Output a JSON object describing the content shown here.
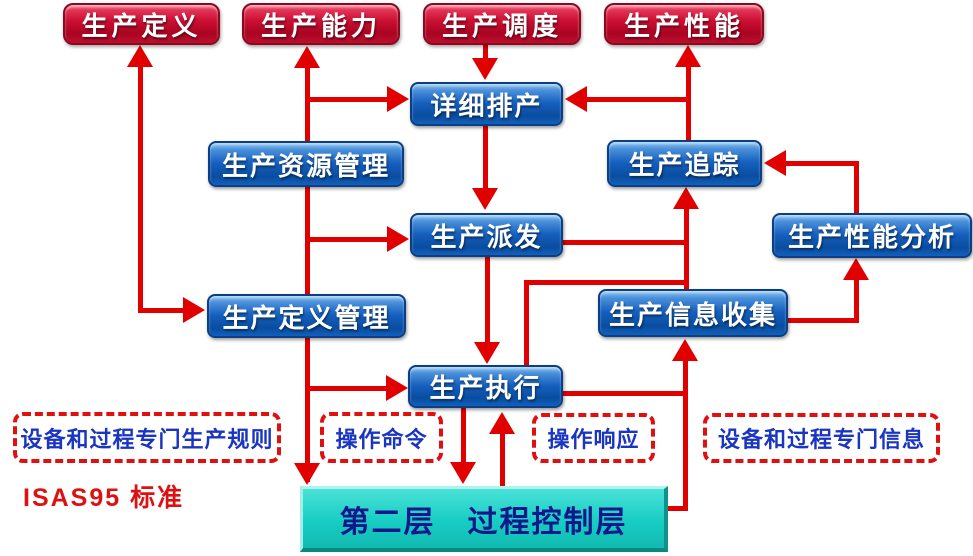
{
  "diagram": {
    "caption": "ISAS95 标准",
    "colors": {
      "arrow": "#e10000",
      "red_box": "#cb0f32",
      "blue_box": "#155fbe",
      "cyan_box": "#17cdc3",
      "box_text": "#ffffff",
      "cyan_text": "#10188c",
      "dashed_border": "#e01010",
      "dashed_text": "#1a35c0",
      "caption_color": "#dd1111"
    },
    "nodes": {
      "prod_definition": "生产定义",
      "prod_capability": "生产能力",
      "prod_scheduling": "生产调度",
      "prod_performance": "生产性能",
      "detailed_scheduling": "详细排产",
      "resource_management": "生产资源管理",
      "prod_tracking": "生产追踪",
      "prod_dispatching": "生产派发",
      "performance_analysis": "生产性能分析",
      "definition_management": "生产定义管理",
      "info_collection": "生产信息收集",
      "prod_execution": "生产执行",
      "process_control_layer": "第二层　过程控制层"
    },
    "dashed_labels": {
      "equipment_production_rules": "设备和过程专门生产规则",
      "operation_command": "操作命令",
      "operation_response": "操作响应",
      "equipment_info": "设备和过程专门信息"
    }
  }
}
